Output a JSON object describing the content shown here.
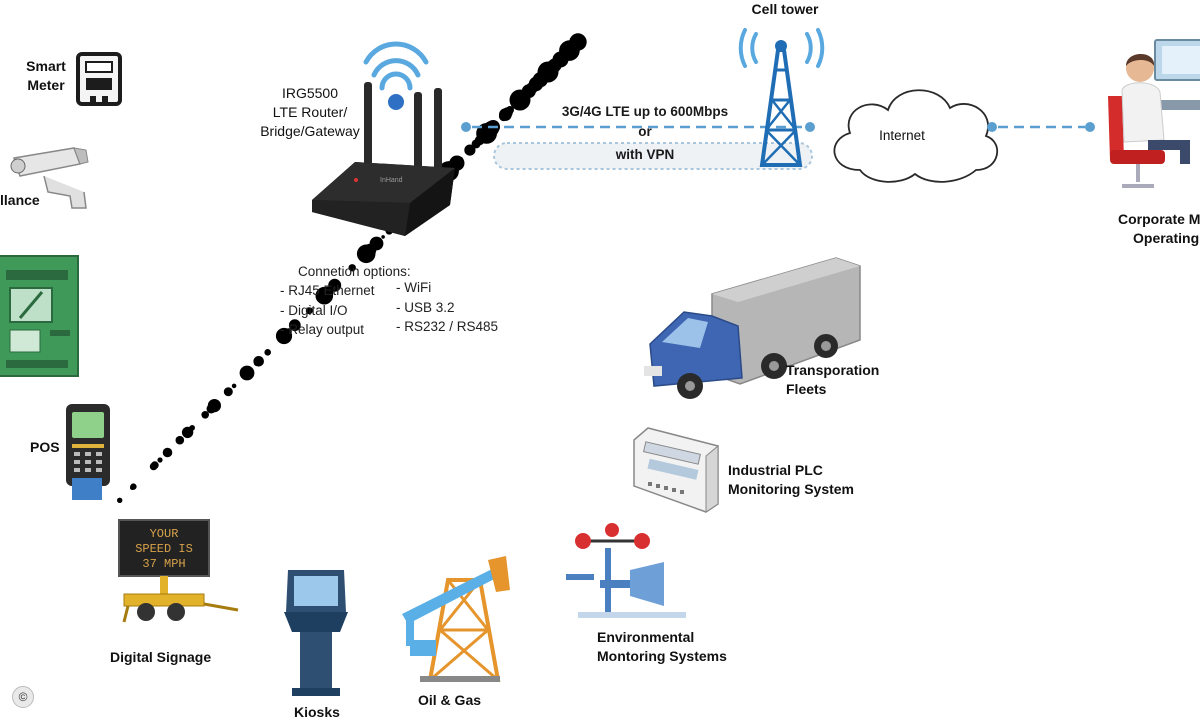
{
  "router": {
    "name": "IRG5500",
    "line2": "LTE Router/",
    "line3": "Bridge/Gateway",
    "brand": "InHand"
  },
  "connection_options": {
    "title": "Connetion options:",
    "left": [
      "- RJ45 Ethernet",
      "- Digital I/O",
      "- Relay output"
    ],
    "right": [
      "- WiFi",
      "- USB 3.2",
      "- RS232 / RS485"
    ]
  },
  "link": {
    "line1": "3G/4G LTE up to 600Mbps",
    "line2": "or",
    "line3": "with VPN"
  },
  "cell_tower": {
    "label": "Cell tower"
  },
  "internet": {
    "label": "Internet"
  },
  "corporate": {
    "line1": "Corporate M",
    "line2": "Operating"
  },
  "devices": {
    "smart_meter": {
      "line1": "Smart",
      "line2": "Meter"
    },
    "surveillance": {
      "label": "llance"
    },
    "pos": {
      "label": "POS"
    },
    "digital_signage": {
      "label": "Digital Signage",
      "screen_line1": "YOUR",
      "screen_line2": "SPEED IS",
      "screen_line3": "37 MPH"
    },
    "kiosks": {
      "label": "Kiosks"
    },
    "oil_gas": {
      "label": "Oil & Gas"
    },
    "environmental": {
      "line1": "Environmental",
      "line2": "Montoring Systems"
    },
    "industrial_plc": {
      "line1": "Industrial PLC",
      "line2": "Monitoring System"
    },
    "transport": {
      "line1": "Transporation",
      "line2": "Fleets"
    }
  },
  "copyright_symbol": "©",
  "colors": {
    "link_line": "#5a9fd0",
    "wifi_arc": "#5aa8e0",
    "tower_blue": "#1f6db5",
    "router_black": "#1c1c1c",
    "dots": "#000000",
    "atm_green": "#3f9a5a",
    "truck_blue": "#3e66b3",
    "chair_red": "#d42b2b"
  }
}
